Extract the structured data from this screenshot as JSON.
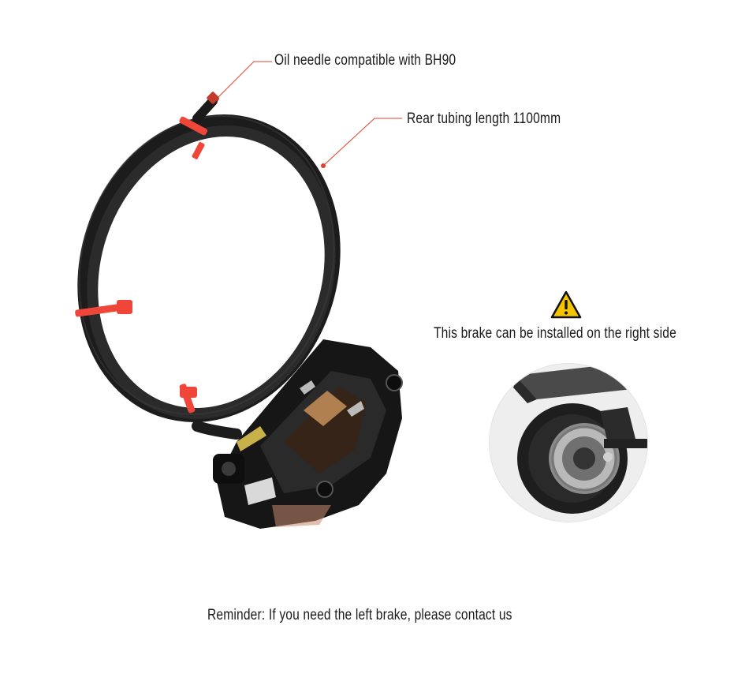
{
  "callouts": {
    "oil_needle": "Oil needle compatible with BH90",
    "tubing_length": "Rear tubing length 1100mm"
  },
  "notice": {
    "icon": "warning-triangle-icon",
    "text": "This brake can be installed on the right side"
  },
  "reminder": "Reminder: If you need the left brake, please contact us",
  "colors": {
    "callout_line": "#e0402a",
    "tie": "#f0463a",
    "warning_yellow": "#f5c400"
  }
}
